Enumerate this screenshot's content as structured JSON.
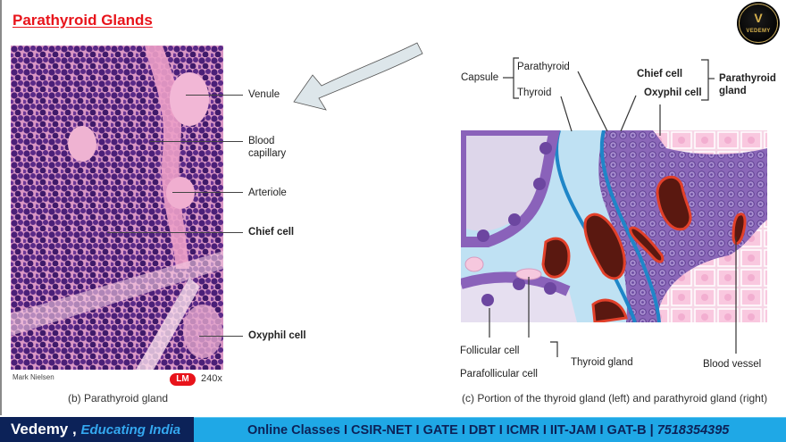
{
  "slide": {
    "title": "Parathyroid Glands",
    "logo": {
      "glyph": "V",
      "name": "VEDEMY",
      "icon": "vedemy-logo-icon"
    }
  },
  "micrograph": {
    "labels": {
      "venule": "Venule",
      "blood_capillary_1": "Blood",
      "blood_capillary_2": "capillary",
      "arteriole": "Arteriole",
      "chief_cell": "Chief cell",
      "oxyphil_cell": "Oxyphil cell"
    },
    "credit": "Mark Nielsen",
    "badge": "LM",
    "magnification": "240x",
    "caption": "(b) Parathyroid gland"
  },
  "arrow": {
    "icon": "curved-arrow-icon",
    "color": "#dde6ea"
  },
  "illustration": {
    "labels": {
      "capsule": "Capsule",
      "parathyroid": "Parathyroid",
      "thyroid": "Thyroid",
      "chief_cell": "Chief cell",
      "oxyphil_cell": "Oxyphil cell",
      "parathyroid_gland_1": "Parathyroid",
      "parathyroid_gland_2": "gland",
      "follicular_cell": "Follicular cell",
      "parafollicular_cell": "Parafollicular cell",
      "thyroid_gland": "Thyroid gland",
      "blood_vessel": "Blood vessel"
    },
    "caption": "(c) Portion of the thyroid gland (left) and parathyroid gland (right)"
  },
  "footer": {
    "brand": "Vedemy",
    "separator": " , ",
    "tagline": "Educating India",
    "courses": "Online Classes I CSIR-NET I GATE I DBT I ICMR I IIT-JAM I GAT-B | ",
    "phone": "7518354395",
    "colors": {
      "left_bg": "#0c2258",
      "right_bg": "#1fa8e6",
      "tagline": "#34a8f0"
    }
  }
}
